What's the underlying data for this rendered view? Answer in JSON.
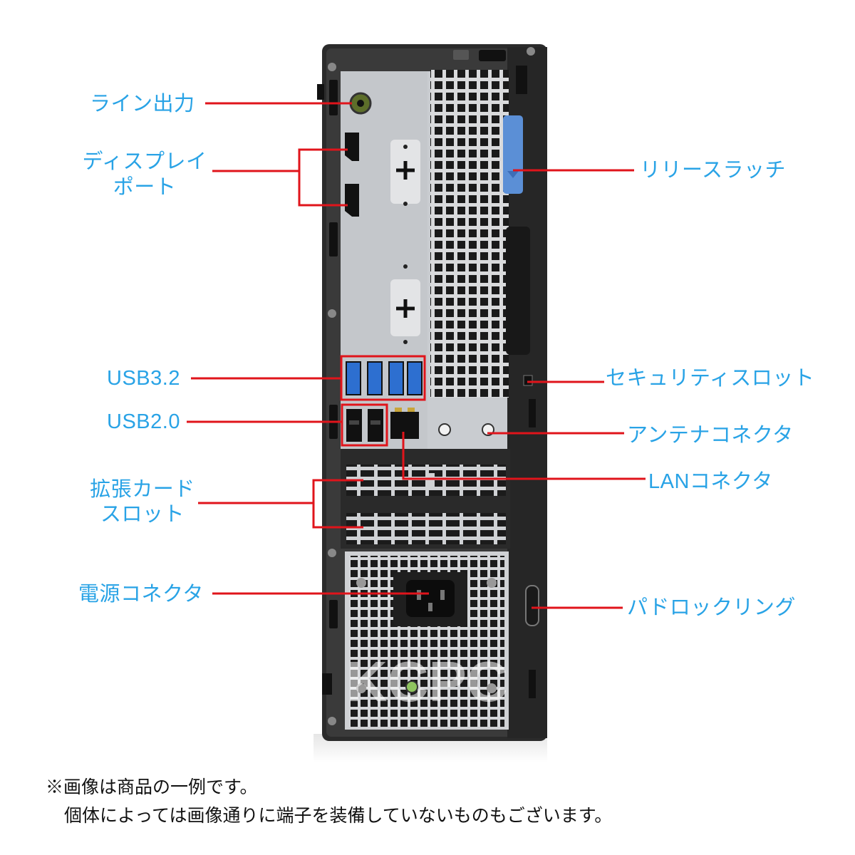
{
  "labels": {
    "line_out": "ライン出力",
    "displayport_1": "ディスプレイ",
    "displayport_2": "ポート",
    "usb32": "USB3.2",
    "usb20": "USB2.0",
    "expansion_1": "拡張カード",
    "expansion_2": "スロット",
    "power_connector": "電源コネクタ",
    "release_latch": "リリースラッチ",
    "security_slot": "セキュリティスロット",
    "antenna_connector": "アンテナコネクタ",
    "lan_connector": "LANコネクタ",
    "padlock_ring": "パドロックリング"
  },
  "notes": {
    "line1": "※画像は商品の一例です。",
    "line2": "個体によっては画像通りに端子を装備していないものもございます。"
  },
  "watermark": "KCPC",
  "colors": {
    "label_text": "#29a3e6",
    "callout_line": "#e0141b",
    "latch": "#5b8fd6",
    "usb3_port": "#2d6fd0",
    "chassis": "#2b2b2b",
    "panel": "#c4c7cb"
  }
}
